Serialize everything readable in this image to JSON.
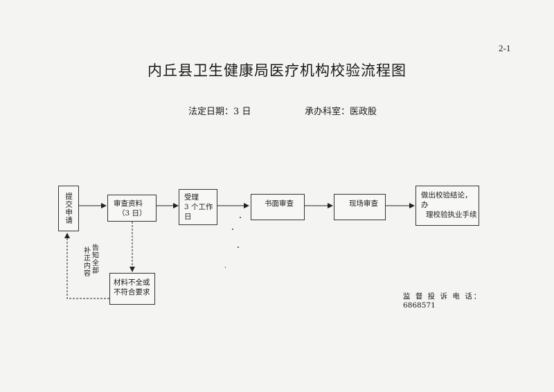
{
  "page_number": "2-1",
  "title": "内丘县卫生健康局医疗机构校验流程图",
  "meta": {
    "legal_days": "法定日期：3 日",
    "department": "承办科室：医政股"
  },
  "nodes": {
    "submit": "提交申请",
    "review_materials_line1": "审查资料",
    "review_materials_line2": "（3 日）",
    "accept_line1": "受理",
    "accept_line2": "3 个工作",
    "accept_line3": "日",
    "written_review": "书面审查",
    "onsite_review": "现场审查",
    "decision_line1": "做出校验结论，办",
    "decision_line2": "理校验执业手续",
    "incomplete_line1": "材料不全或",
    "incomplete_line2": "不符合要求"
  },
  "annotations": {
    "notify_all": "告知全部",
    "supplement": "补正内容"
  },
  "contact": {
    "label": "监 督 投 诉 电 话：",
    "phone": "6868571"
  }
}
